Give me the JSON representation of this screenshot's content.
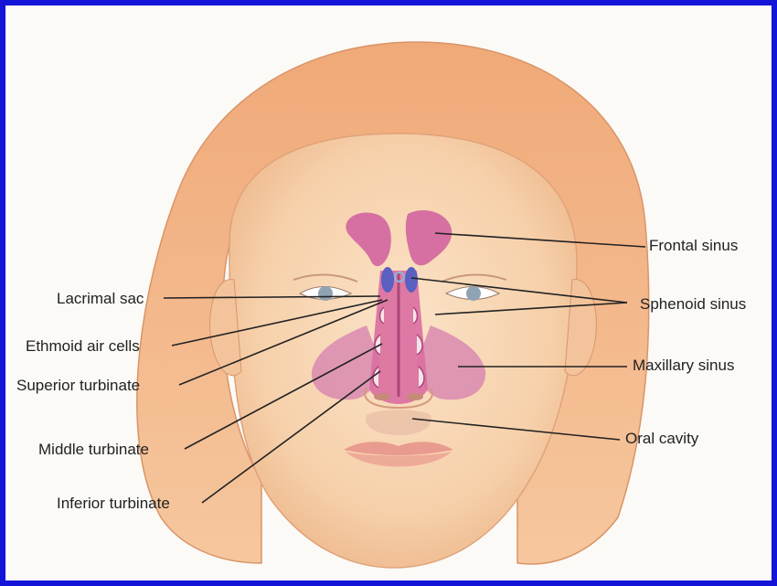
{
  "colors": {
    "border": "#1414d8",
    "background": "#fbfaf6",
    "skin": "#f6d2ad",
    "hair": "#f2b98a",
    "sinus": "#d97aa6",
    "label_line": "#222222"
  },
  "labels": {
    "frontal_sinus": "Frontal sinus",
    "sphenoid_sinus": "Sphenoid sinus",
    "maxillary_sinus": "Maxillary sinus",
    "oral_cavity": "Oral cavity",
    "lacrimal_sac": "Lacrimal sac",
    "ethmoid_air_cells": "Ethmoid air cells",
    "superior_turbinate": "Superior turbinate",
    "middle_turbinate": "Middle turbinate",
    "inferior_turbinate": "Inferior turbinate"
  }
}
